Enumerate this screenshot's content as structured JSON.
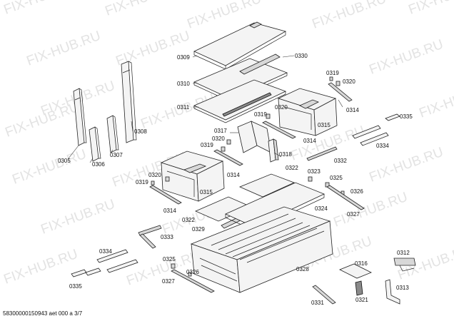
{
  "watermark": "FIX-HUB.RU",
  "footer": "58300000150943 aet 000 a 3/7",
  "labels": {
    "p0305": "0305",
    "p0306": "0306",
    "p0307": "0307",
    "p0308": "0308",
    "p0309": "0309",
    "p0310": "0310",
    "p0311": "0311",
    "p0330": "0330",
    "p0319a": "0319",
    "p0320a": "0320",
    "p0314a": "0314",
    "p0320b": "0320",
    "p0319b": "0319",
    "p0315a": "0315",
    "p0317": "0317",
    "p0320c": "0320",
    "p0319c": "0319",
    "p0318": "0318",
    "p0314b": "0314",
    "p0332": "0332",
    "p0335a": "0335",
    "p0334a": "0334",
    "p0314c": "0314",
    "p0322a": "0322",
    "p0323": "0323",
    "p0325a": "0325",
    "p0320d": "0320",
    "p0319d": "0319",
    "p0315b": "0315",
    "p0326a": "0326",
    "p0314d": "0314",
    "p0324": "0324",
    "p0327a": "0327",
    "p0322b": "0322",
    "p0329": "0329",
    "p0333": "0333",
    "p0334b": "0334",
    "p0325b": "0325",
    "p0326b": "0326",
    "p0328": "0328",
    "p0335b": "0335",
    "p0327b": "0327",
    "p0316": "0316",
    "p0312": "0312",
    "p0331": "0331",
    "p0321": "0321",
    "p0313": "0313"
  }
}
